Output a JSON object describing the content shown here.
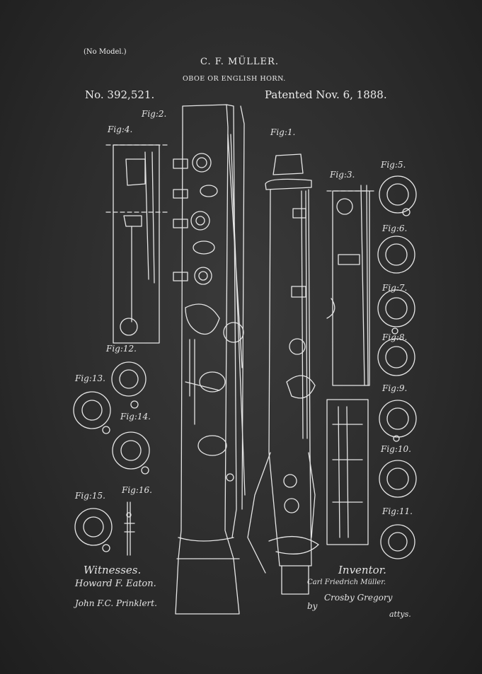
{
  "header": {
    "no_model": "(No Model.)",
    "inventor_name": "C. F. MÜLLER.",
    "title": "OBOE OR ENGLISH HORN.",
    "patent_number": "No. 392,521.",
    "patent_date": "Patented Nov. 6, 1888."
  },
  "figures": {
    "fig1": "Fig:1.",
    "fig2": "Fig:2.",
    "fig3": "Fig:3.",
    "fig4": "Fig:4.",
    "fig5": "Fig:5.",
    "fig6": "Fig:6.",
    "fig7": "Fig:7.",
    "fig8": "Fig:8.",
    "fig9": "Fig:9.",
    "fig10": "Fig:10.",
    "fig11": "Fig:11.",
    "fig12": "Fig:12.",
    "fig13": "Fig:13.",
    "fig14": "Fig:14.",
    "fig15": "Fig:15.",
    "fig16": "Fig:16."
  },
  "footer": {
    "witnesses_label": "Witnesses.",
    "witness_1": "Howard F. Eaton.",
    "witness_2": "John F.C. Prinklert.",
    "inventor_label": "Inventor.",
    "inventor_signature": "Carl Friedrich Müller.",
    "attorney_by": "by",
    "attorney_name": "Crosby Gregory",
    "attorney_suffix": "attys."
  },
  "colors": {
    "background": "#2b2b2b",
    "ink": "#e8e8e8"
  }
}
